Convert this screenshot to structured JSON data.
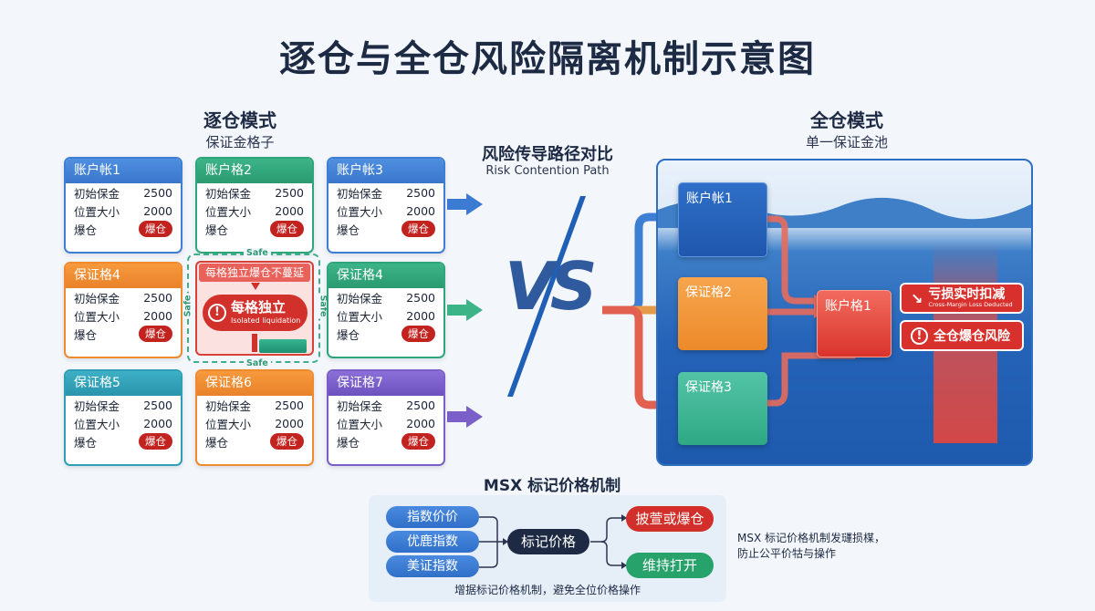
{
  "title": "逐仓与全仓风险隔离机制示意图",
  "isolated": {
    "title": "逐仓模式",
    "subtitle": "保证金格子",
    "cells": [
      {
        "name": "账户帐1",
        "color": "blue"
      },
      {
        "name": "账户格2",
        "color": "green"
      },
      {
        "name": "账户帐3",
        "color": "blue"
      },
      {
        "name": "保证格4",
        "color": "orange"
      },
      {
        "name": "保证格4",
        "color": "green"
      },
      {
        "name": "保证格5",
        "color": "teal"
      },
      {
        "name": "保证格6",
        "color": "orange"
      },
      {
        "name": "保证格7",
        "color": "purple"
      }
    ],
    "rows": {
      "initial_margin_label": "初始保金",
      "initial_margin_value": "2500",
      "position_size_label": "位置大小",
      "position_size_value": "2000",
      "liquidation_label": "爆仓",
      "liquidation_badge": "爆仓"
    },
    "highlight": {
      "safe_label": "Safe",
      "top_text": "每格独立爆仓不蔓延",
      "pill_text": "每格独立",
      "pill_subtext": "Isolated liquidation",
      "warn_icon": "!"
    }
  },
  "middle": {
    "title": "风险传导路径对比",
    "subtitle": "Risk Contention Path",
    "vs": "VS"
  },
  "cross": {
    "title": "全仓模式",
    "subtitle": "单一保证金池",
    "cells": {
      "c1": "账户帐1",
      "c2": "保证格2",
      "c3": "保证格3",
      "target": "账户格1"
    },
    "loss_title": "亏损实时扣减",
    "loss_sub": "Cross-Margin Loss Deducted",
    "risk_label": "全仓爆仓风险",
    "warn_icon": "!"
  },
  "msx": {
    "title": "MSX 标记价格机制",
    "inputs": [
      "指数价价",
      "优鹿指数",
      "美证指数"
    ],
    "center": "标记价格",
    "out_bad": "披萱或爆仓",
    "out_good": "维持打开",
    "footer": "增据标记价格机制，避免全位价格操作",
    "note_line1": "MSX 标记价格机制发璭损楳，",
    "note_line2": "防止公平价牯与操作"
  },
  "colors": {
    "blue": "#3f7fd3",
    "green": "#2fa57a",
    "orange": "#ef8a2e",
    "teal": "#2b9fb5",
    "purple": "#7a5fc8",
    "red": "#d2302b"
  }
}
